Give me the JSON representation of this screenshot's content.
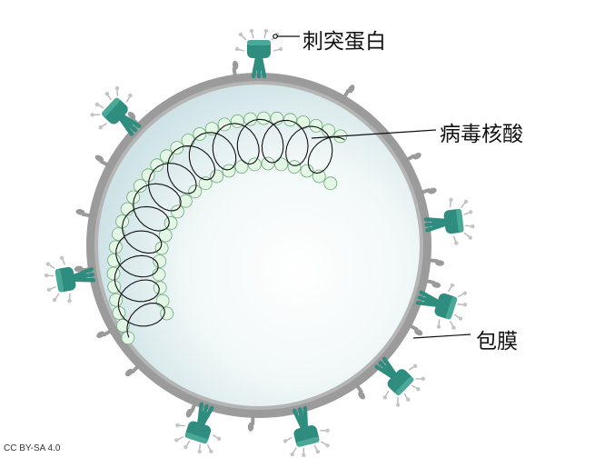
{
  "labels": {
    "spike_protein": "刺突蛋白",
    "viral_rna": "病毒核酸",
    "envelope": "包膜"
  },
  "license": "CC BY-SA 4.0",
  "colors": {
    "envelope": "#9b9b9b",
    "interior": "#e3f1f3",
    "spike": "#2e8d7e",
    "capsid_bead": "#e4f6e6",
    "capsid_bead_stroke": "#6fa77a",
    "rna": "#111111",
    "membrane_protein": "#9a9a9a"
  },
  "icons": [
    "spike-protein-icon",
    "membrane-protein-icon"
  ]
}
